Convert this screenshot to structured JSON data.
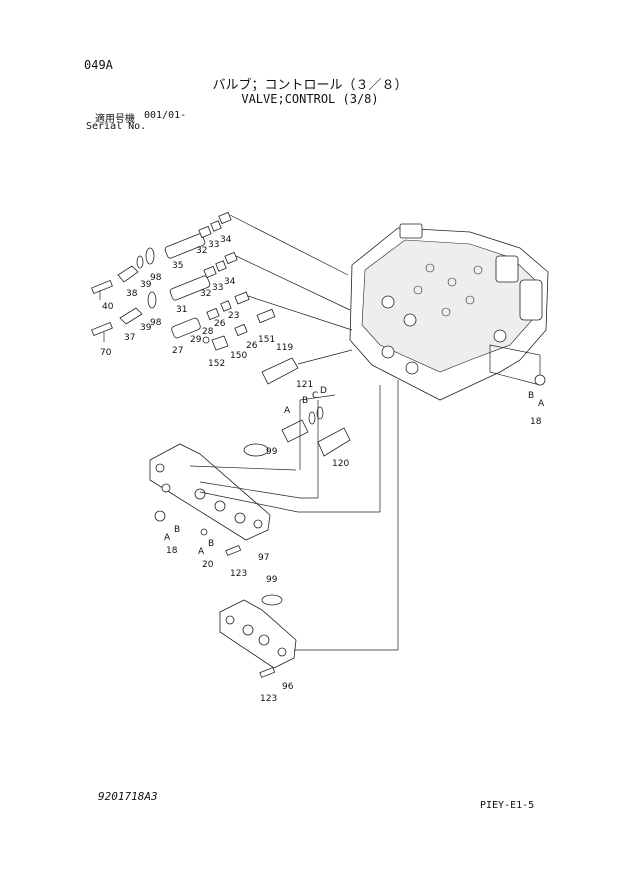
{
  "header": {
    "page_code": "049A",
    "title_jp": "バルブ；コントロール（３／８）",
    "title_en": "VALVE;CONTROL (3/8)",
    "serial_label_jp": "適用号機",
    "serial_range": "001/01-",
    "serial_label_en": "Serial No."
  },
  "footer": {
    "drawing_number": "9201718A3",
    "sheet_ref": "PIEY-E1-5"
  },
  "callouts": {
    "c32a": "32",
    "c33a": "33",
    "c34a": "34",
    "c35": "35",
    "c98a": "98",
    "c39a": "39",
    "c38": "38",
    "c40": "40",
    "c32b": "32",
    "c33b": "33",
    "c34b": "34",
    "c31": "31",
    "c39b": "39",
    "c98b": "98",
    "c37": "37",
    "c70": "70",
    "c27": "27",
    "c29": "29",
    "c28": "28",
    "c26a": "26",
    "c23": "23",
    "c26b": "26",
    "c150": "150",
    "c151": "151",
    "c152": "152",
    "c119": "119",
    "c121": "121",
    "cB1": "B",
    "cC1": "C",
    "cD1": "D",
    "cA1": "A",
    "c120": "120",
    "c99a": "99",
    "cB2": "B",
    "cA2": "A",
    "c18a": "18",
    "cB3": "B",
    "cA3": "A",
    "c20": "20",
    "c123a": "123",
    "c97": "97",
    "c99b": "99",
    "c96": "96",
    "c123b": "123",
    "cB4": "B",
    "cA4": "A",
    "c18b": "18"
  }
}
